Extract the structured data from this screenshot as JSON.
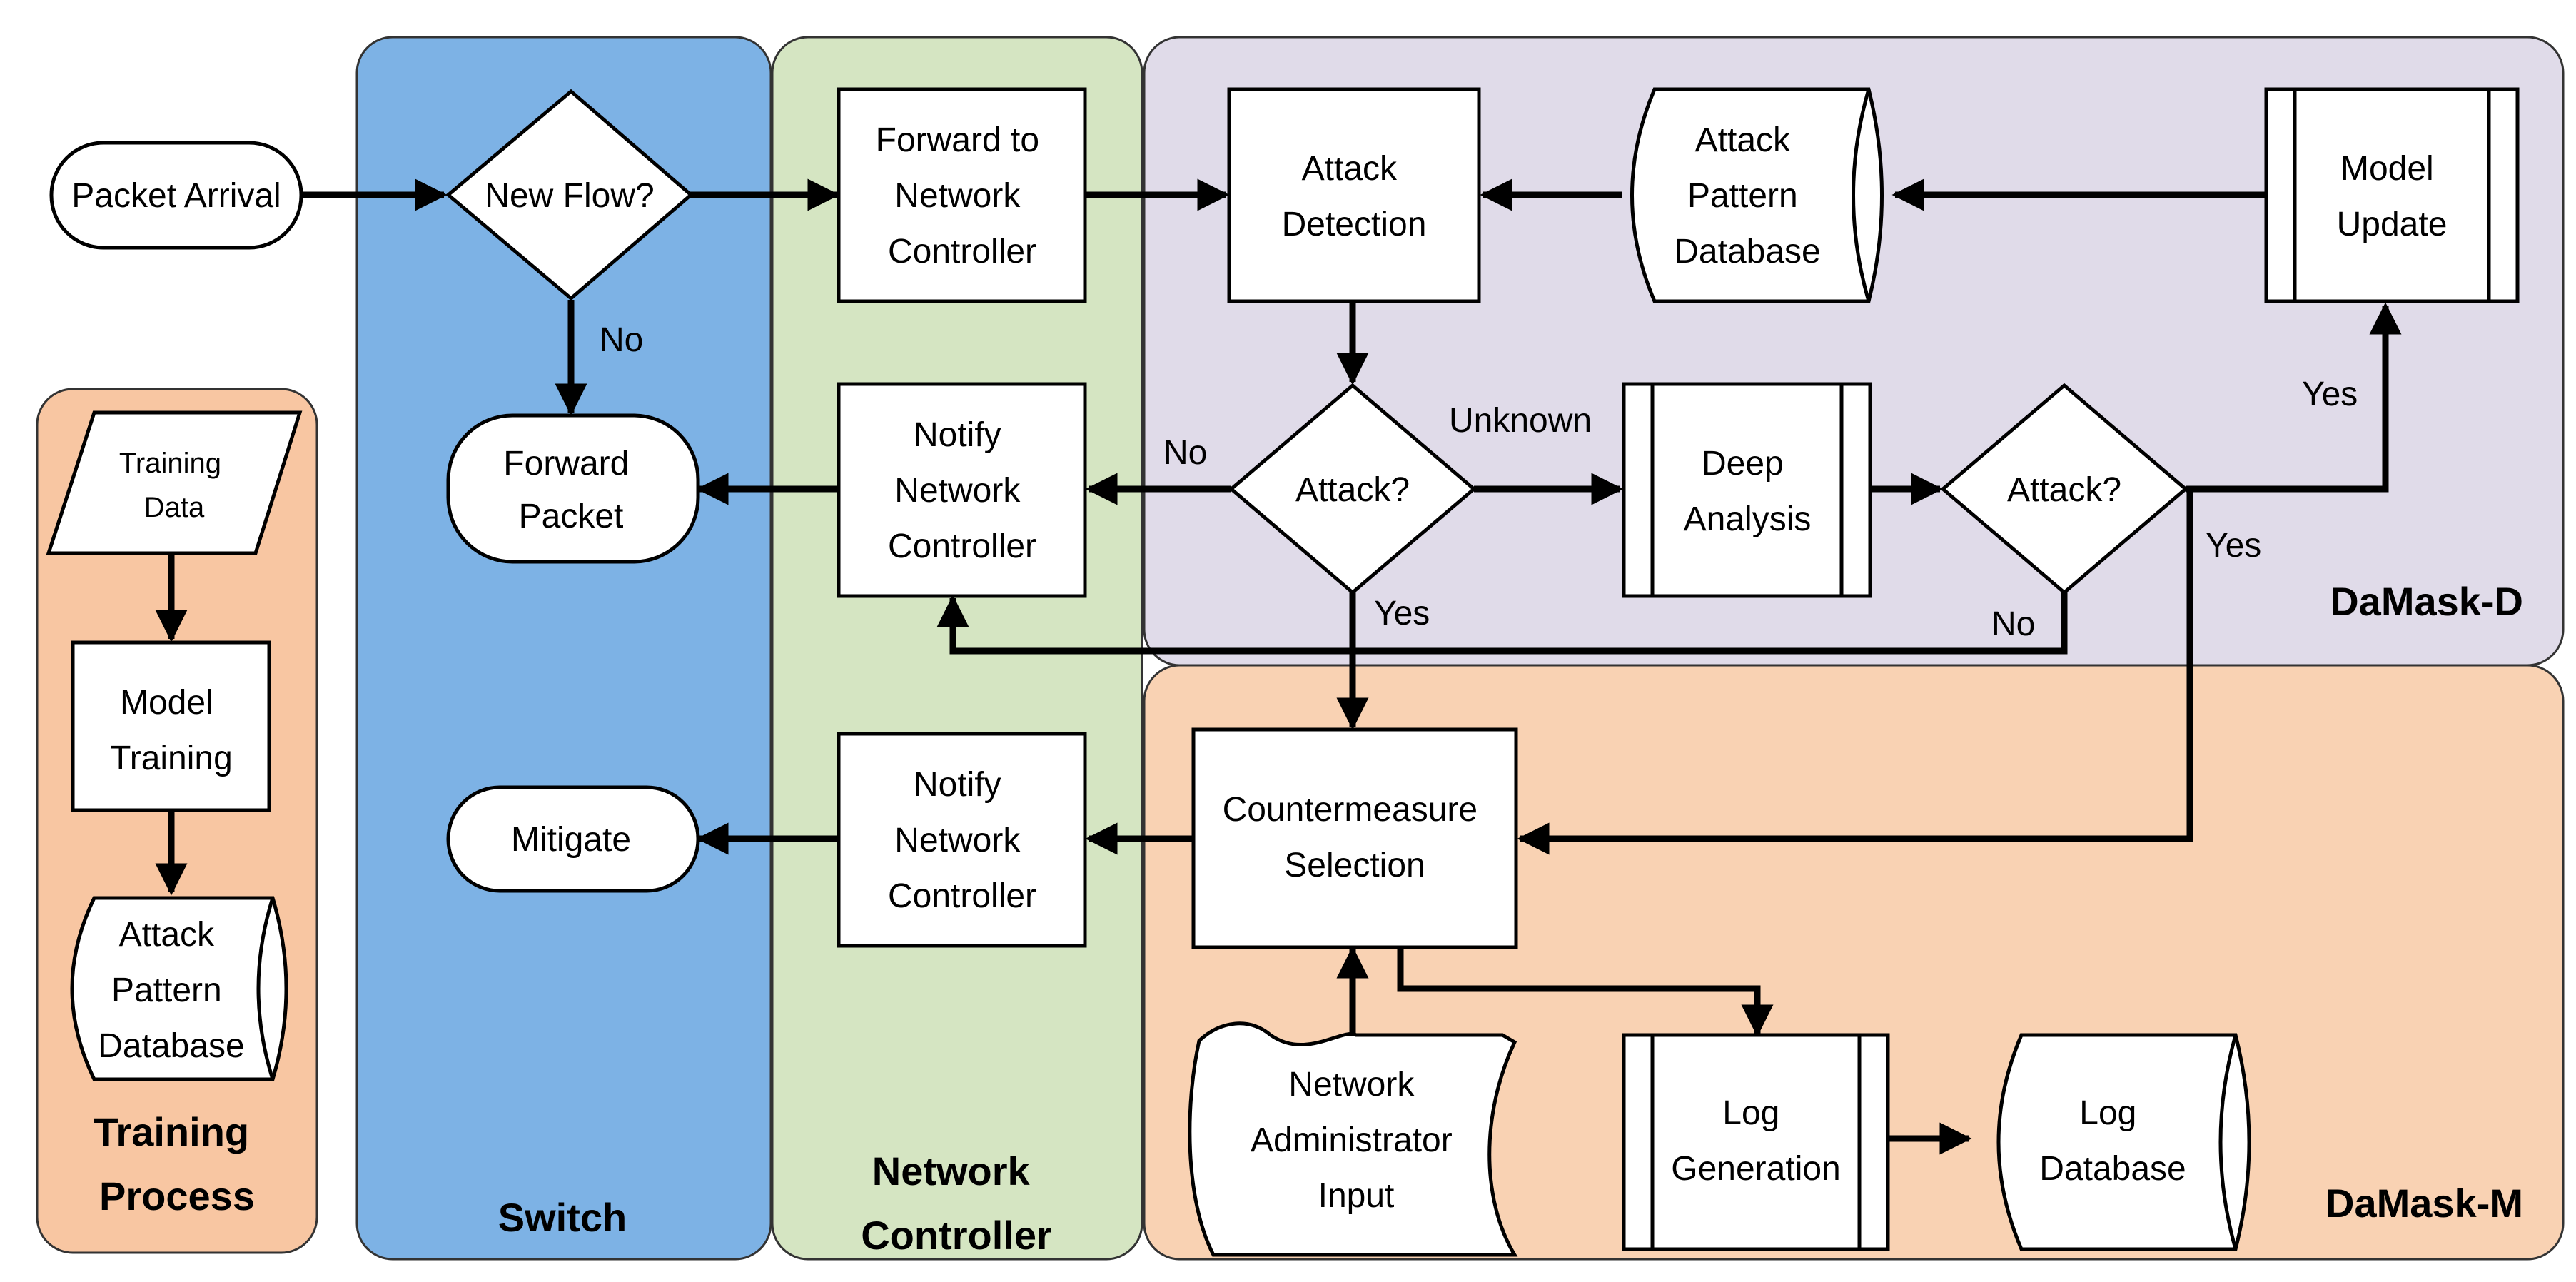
{
  "colors": {
    "switch": "#7db2e5",
    "controller": "#d5e5c2",
    "damask_d": "#e0dbe9",
    "damask_m": "#f9d2b3",
    "training": "#f8c6a2"
  },
  "regions": {
    "training": "Training Process",
    "switch": "Switch",
    "controller": "Network Controller",
    "damask_d": "DaMask-D",
    "damask_m": "DaMask-M"
  },
  "nodes": {
    "packet_arrival": "Packet Arrival",
    "new_flow": "New Flow?",
    "forward_packet": "Forward Packet",
    "mitigate": "Mitigate",
    "forward_controller": "Forward to Network Controller",
    "notify_controller_1": "Notify Network Controller",
    "notify_controller_2": "Notify Network Controller",
    "attack_detection": "Attack Detection",
    "attack_pattern_db": "Attack Pattern Database",
    "model_update": "Model Update",
    "attack_q1": "Attack?",
    "deep_analysis": "Deep Analysis",
    "attack_q2": "Attack?",
    "countermeasure": "Countermeasure Selection",
    "admin_input": "Network Administrator Input",
    "log_generation": "Log Generation",
    "log_database": "Log Database",
    "training_data": "Training Data",
    "model_training": "Model Training",
    "training_db": "Attack Pattern Database"
  },
  "edge_labels": {
    "no_newflow": "No",
    "no_attack1": "No",
    "unknown": "Unknown",
    "yes_attack1": "Yes",
    "yes_update": "Yes",
    "yes_counter": "Yes",
    "no_attack2": "No"
  }
}
